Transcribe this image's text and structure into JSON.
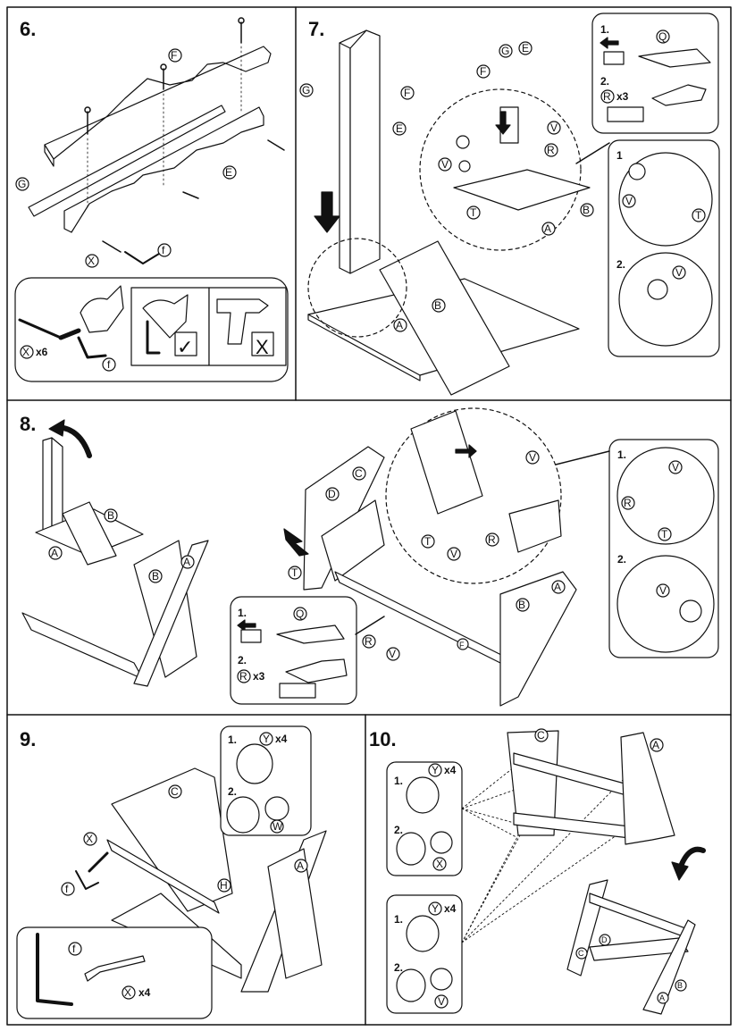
{
  "steps": [
    {
      "number": "6."
    },
    {
      "number": "7."
    },
    {
      "number": "8."
    },
    {
      "number": "9."
    },
    {
      "number": "10."
    }
  ],
  "parts": {
    "f": "f",
    "F": "F",
    "G": "G",
    "X": "X",
    "E": "E",
    "T": "T",
    "A": "A",
    "B": "B",
    "C": "C",
    "D": "D",
    "H": "H",
    "Q": "Q",
    "R": "R",
    "V": "V",
    "Y": "Y",
    "W": "W"
  },
  "quantities": {
    "x6": "x6",
    "x3": "x3",
    "x4": "x4"
  },
  "substeps": {
    "one": "1.",
    "two": "2.",
    "one_plain": "1"
  },
  "marks": {
    "check": "✓",
    "cross": "X"
  },
  "colors": {
    "line": "#111111",
    "panel": "#ffffff",
    "shade": "#d9d9d9"
  }
}
